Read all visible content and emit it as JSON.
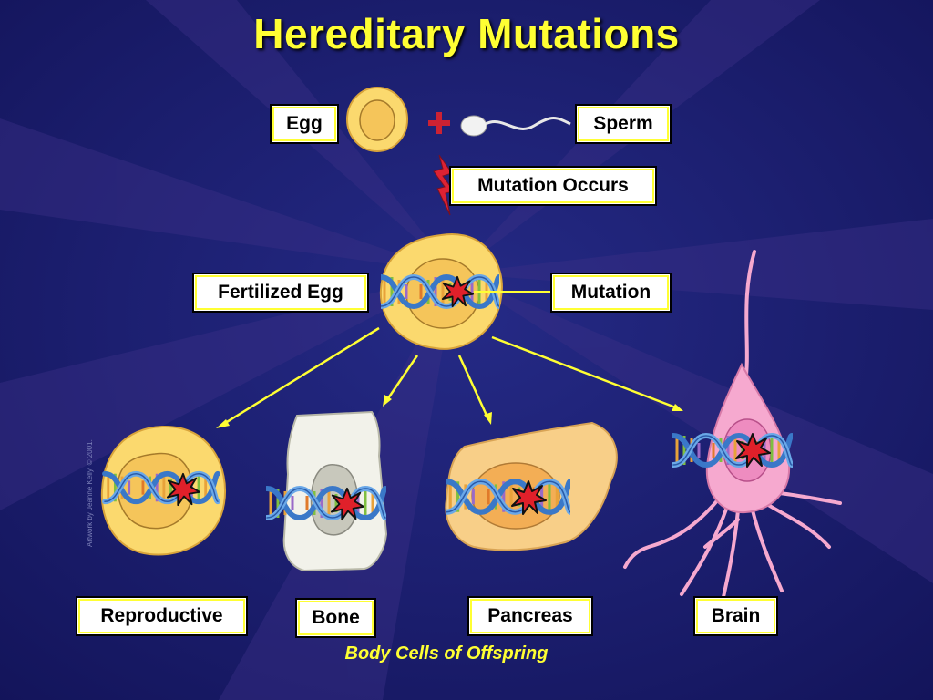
{
  "title": "Hereditary Mutations",
  "labels": {
    "egg": "Egg",
    "sperm": "Sperm",
    "mutation_occurs": "Mutation Occurs",
    "fertilized_egg": "Fertilized Egg",
    "mutation": "Mutation",
    "reproductive": "Reproductive",
    "bone": "Bone",
    "pancreas": "Pancreas",
    "brain": "Brain"
  },
  "caption": "Body Cells of Offspring",
  "credit": "Artwork by Jeanne Kelly. © 2001.",
  "colors": {
    "background": "#1a1c66",
    "title": "#ffff33",
    "label_border": "#ffff33",
    "arrow": "#ffff33",
    "egg_cell": "#fbd96e",
    "bone_cell": "#f2f2ea",
    "pancreas_cell": "#f8cf88",
    "brain_cell": "#f6a9cf",
    "mutation_burst": "#e0202a",
    "plus_sign": "#cc2233"
  },
  "icons": [
    "plus-icon",
    "lightning-icon",
    "dna-helix-icon",
    "mutation-burst-icon"
  ]
}
